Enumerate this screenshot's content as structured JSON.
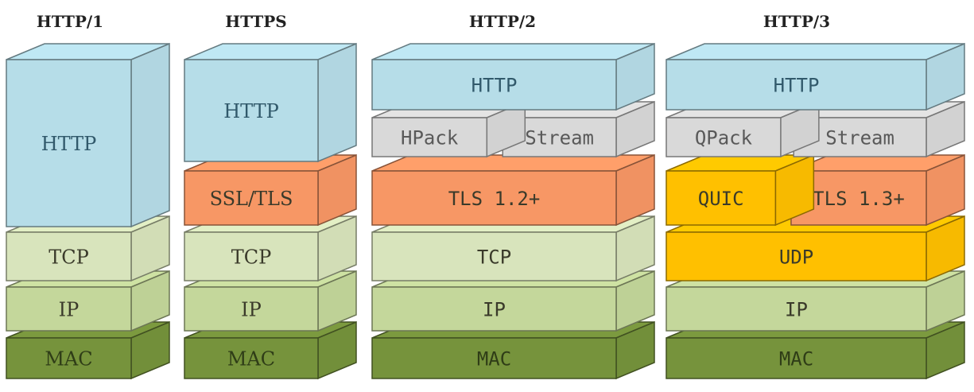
{
  "colors": {
    "http": "#b6dde8",
    "tls": "#f79765",
    "tcp": "#d8e4bc",
    "ip": "#c4d79b",
    "mac": "#76933c",
    "pack": "#d9d9d9",
    "quic": "#ffc000",
    "udp": "#ffc000",
    "text_http": "#31596b",
    "text_dark": "#3a3a2a",
    "text_pack": "#595959"
  },
  "columns": [
    {
      "title": "HTTP/1",
      "layers": [
        {
          "label": "HTTP",
          "kind": "http"
        },
        {
          "label": "TCP",
          "kind": "tcp"
        },
        {
          "label": "IP",
          "kind": "ip"
        },
        {
          "label": "MAC",
          "kind": "mac"
        }
      ]
    },
    {
      "title": "HTTPS",
      "layers": [
        {
          "label": "HTTP",
          "kind": "http"
        },
        {
          "label": "SSL/TLS",
          "kind": "tls"
        },
        {
          "label": "TCP",
          "kind": "tcp"
        },
        {
          "label": "IP",
          "kind": "ip"
        },
        {
          "label": "MAC",
          "kind": "mac"
        }
      ]
    },
    {
      "title": "HTTP/2",
      "layers": [
        {
          "label": "HTTP",
          "kind": "http"
        },
        {
          "label": "HPack",
          "kind": "pack"
        },
        {
          "label": "Stream",
          "kind": "pack"
        },
        {
          "label": "TLS 1.2+",
          "kind": "tls"
        },
        {
          "label": "TCP",
          "kind": "tcp"
        },
        {
          "label": "IP",
          "kind": "ip"
        },
        {
          "label": "MAC",
          "kind": "mac"
        }
      ]
    },
    {
      "title": "HTTP/3",
      "layers": [
        {
          "label": "HTTP",
          "kind": "http"
        },
        {
          "label": "QPack",
          "kind": "pack"
        },
        {
          "label": "Stream",
          "kind": "pack"
        },
        {
          "label": "QUIC",
          "kind": "quic"
        },
        {
          "label": "TLS 1.3+",
          "kind": "tls"
        },
        {
          "label": "UDP",
          "kind": "udp"
        },
        {
          "label": "IP",
          "kind": "ip"
        },
        {
          "label": "MAC",
          "kind": "mac"
        }
      ]
    }
  ]
}
